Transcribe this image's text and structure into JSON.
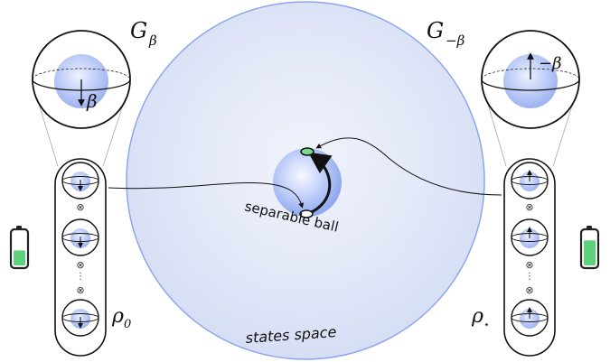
{
  "labels": {
    "g_beta": "G",
    "g_beta_sub": "β",
    "g_minus_beta": "G",
    "g_minus_beta_sub": "−β",
    "beta_left": "β",
    "beta_right": "−β",
    "separable_ball": "separable ball",
    "states_space": "states space",
    "rho_0": "ρ",
    "rho_0_sub": "0",
    "rho_star": "ρ",
    "rho_star_sub": "⋆",
    "tensor": "⊗",
    "vdots": "⋮"
  },
  "colors": {
    "big_disc_fill": "#dfe5f7",
    "big_disc_edge": "#8ea6ea",
    "ball_blue": "#7f9df0",
    "battery_green": "#5fd07c",
    "green_point": "#7bd88c",
    "outline": "#222222"
  },
  "batteries": {
    "left_charge": 0.45,
    "right_charge": 0.75
  },
  "icons": [
    "battery-low-icon",
    "battery-high-icon",
    "arrow-down-icon",
    "arrow-up-icon"
  ]
}
